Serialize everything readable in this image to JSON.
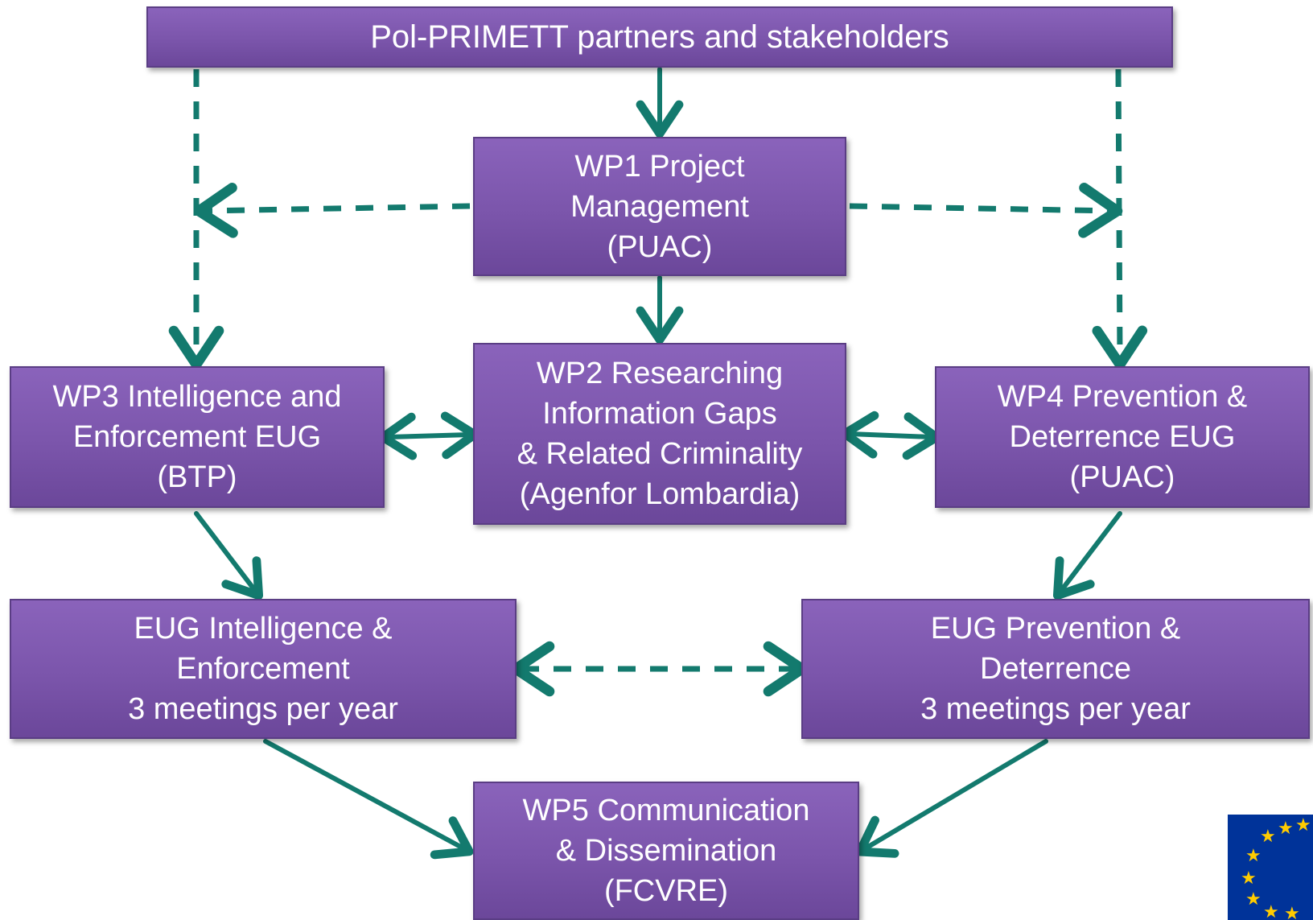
{
  "boxes": {
    "partners": "Pol-PRIMETT partners and stakeholders",
    "wp1": "WP1 Project\nManagement\n(PUAC)",
    "wp2": "WP2 Researching\nInformation Gaps\n& Related Criminality\n(Agenfor Lombardia)",
    "wp3": "WP3 Intelligence and\nEnforcement EUG\n(BTP)",
    "wp4": "WP4 Prevention &\nDeterrence EUG\n(PUAC)",
    "eug_intelligence": "EUG Intelligence &\nEnforcement\n3 meetings per year",
    "eug_prevention": "EUG Prevention &\nDeterrence\n3 meetings per year",
    "wp5": "WP5 Communication\n& Dissemination\n(FCVRE)"
  },
  "colors": {
    "box_fill": "#7b55ab",
    "arrow": "#137a6e",
    "flag_blue": "#003399",
    "flag_star": "#ffcc00"
  }
}
